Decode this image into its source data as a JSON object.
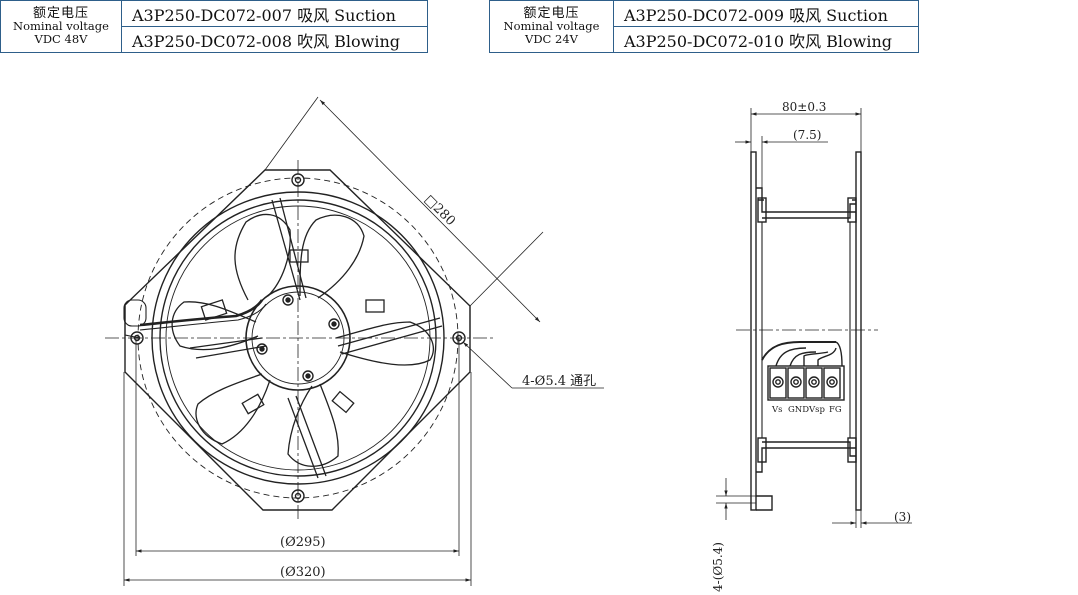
{
  "tables": [
    {
      "voltage_cn": "额定电压",
      "voltage_en": "Nominal voltage",
      "voltage_value": "VDC 48V",
      "rows": [
        "A3P250-DC072-007 吸风 Suction",
        "A3P250-DC072-008 吹风 Blowing"
      ]
    },
    {
      "voltage_cn": "额定电压",
      "voltage_en": "Nominal voltage",
      "voltage_value": "VDC 24V",
      "rows": [
        "A3P250-DC072-009 吸风 Suction",
        "A3P250-DC072-010 吹风 Blowing"
      ]
    }
  ],
  "front_view": {
    "dim_square": "□280",
    "dim_holes": "4-Ø5.4 通孔",
    "dim_inner_dia": "(Ø295)",
    "dim_outer_dia": "(Ø320)"
  },
  "side_view": {
    "dim_width": "80±0.3",
    "dim_flange": "(7.5)",
    "dim_thickness": "(3)",
    "dim_holes": "4-(Ø5.4)",
    "terminals": [
      "Vs",
      "GND",
      "Vsp",
      "FG"
    ]
  }
}
